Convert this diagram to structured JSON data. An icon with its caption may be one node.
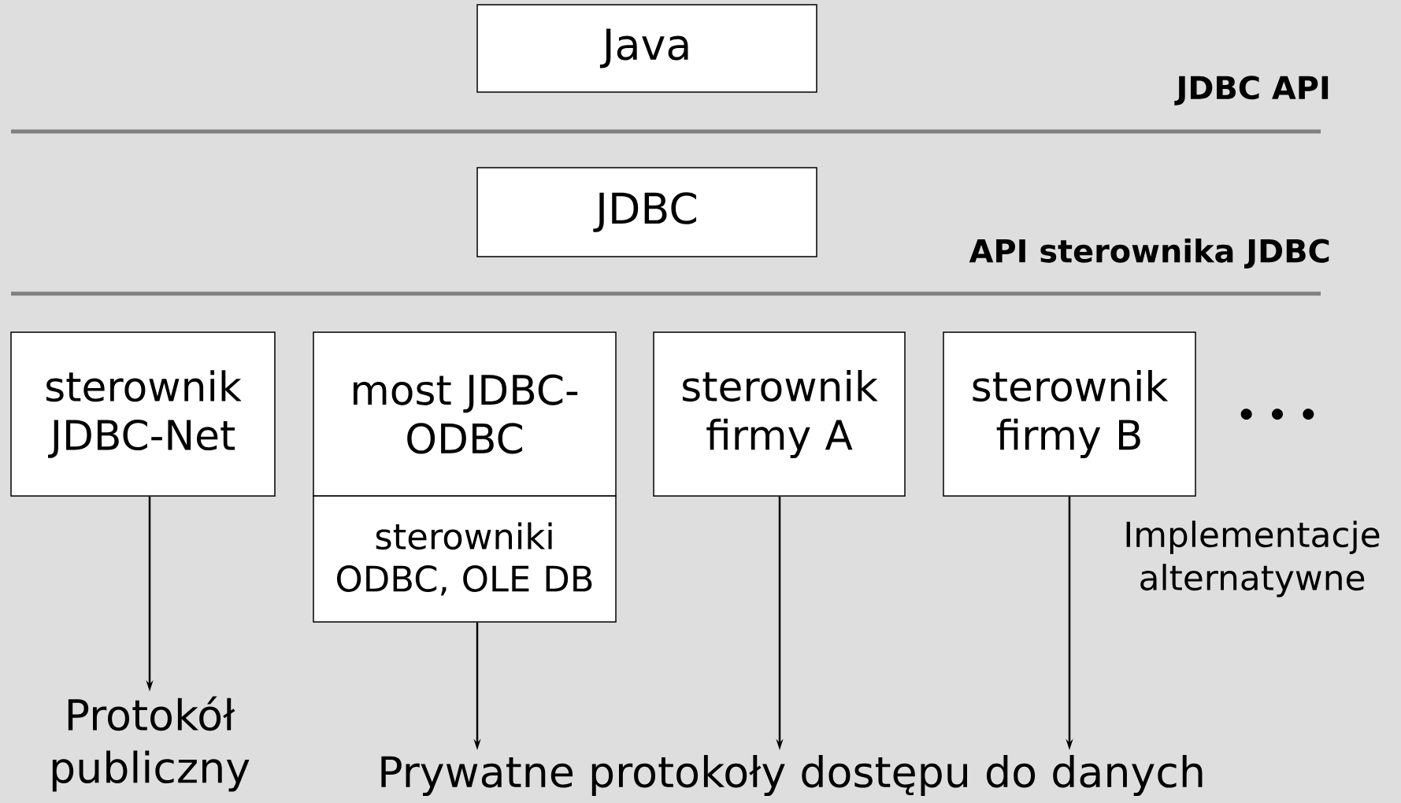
{
  "diagram": {
    "nodes": [
      {
        "text": [
          "Java"
        ]
      },
      {
        "text": [
          "JDBC"
        ]
      },
      {
        "text": [
          "sterownik JDBC-Net"
        ]
      },
      {
        "text": [
          "most JDBC-ODBC"
        ]
      },
      {
        "text": [
          "sterowniki ODBC, OLE DB"
        ]
      },
      {
        "text": [
          "sterownik firmy A"
        ]
      },
      {
        "text": [
          "sterownik firmy B"
        ]
      },
      {
        "text": [
          "Protokół publiczny"
        ]
      },
      {
        "text": [
          "Prywatne protokoły dostępu do danych"
        ]
      }
    ],
    "edges": [
      {
        "from": 2,
        "to": 7,
        "arrow": "to"
      },
      {
        "from": 4,
        "to": 8,
        "arrow": "to"
      },
      {
        "from": 5,
        "to": 8,
        "arrow": "to"
      },
      {
        "from": 6,
        "to": 8,
        "arrow": "to"
      }
    ],
    "labels": [
      "JDBC API",
      "API sterownika JDBC",
      "• • •",
      "Implementacje alternatywne"
    ]
  }
}
